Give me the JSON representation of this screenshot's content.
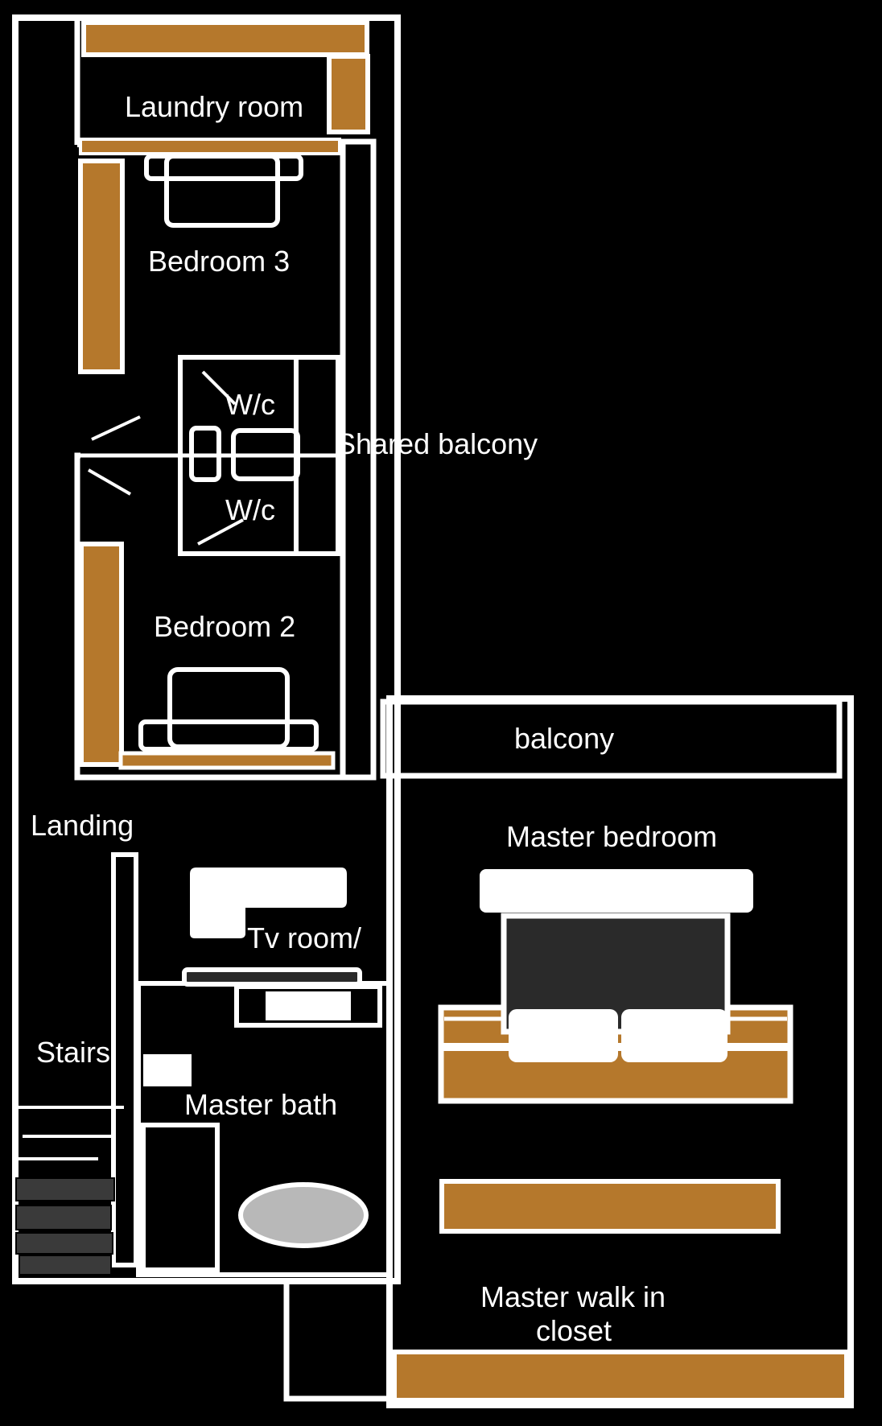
{
  "colors": {
    "background": "#000000",
    "wall": "#ffffff",
    "wood": "#b5782c",
    "dark_fill": "#2a2a2a",
    "stair_step": "#3a3a3a",
    "tub": "#b8b8b8"
  },
  "labels": {
    "laundry_room": "Laundry room",
    "bedroom_3": "Bedroom 3",
    "wc_upper": "W/c",
    "shared_balcony": "Shared balcony",
    "wc_lower": "W/c",
    "bedroom_2": "Bedroom 2",
    "balcony": "balcony",
    "landing": "Landing",
    "master_bedroom": "Master bedroom",
    "tv_room": "Tv room/",
    "stairs": "Stairs",
    "master_bath": "Master bath",
    "master_closet_line1": "Master walk in",
    "master_closet_line2": "closet"
  }
}
